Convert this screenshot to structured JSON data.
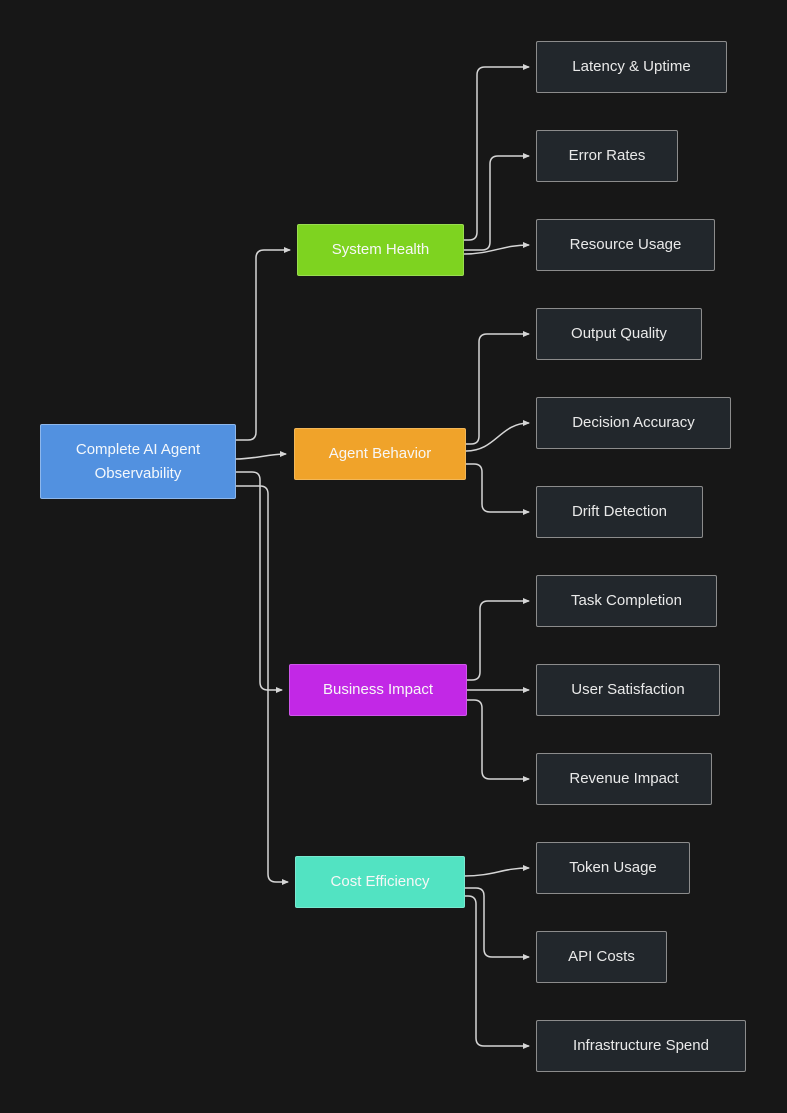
{
  "diagram": {
    "background_color": "#171717",
    "edge_color": "#d6d6d6",
    "root": {
      "label": "Complete AI Agent Observability",
      "color": "#5291e0"
    },
    "branches": [
      {
        "label": "System Health",
        "color": "#7ed320",
        "children": [
          "Latency & Uptime",
          "Error Rates",
          "Resource Usage"
        ]
      },
      {
        "label": "Agent Behavior",
        "color": "#f0a32a",
        "children": [
          "Output Quality",
          "Decision Accuracy",
          "Drift Detection"
        ]
      },
      {
        "label": "Business Impact",
        "color": "#c228e6",
        "children": [
          "Task Completion",
          "User Satisfaction",
          "Revenue Impact"
        ]
      },
      {
        "label": "Cost Efficiency",
        "color": "#52e3c2",
        "children": [
          "Token Usage",
          "API Costs",
          "Infrastructure Spend"
        ]
      }
    ]
  }
}
